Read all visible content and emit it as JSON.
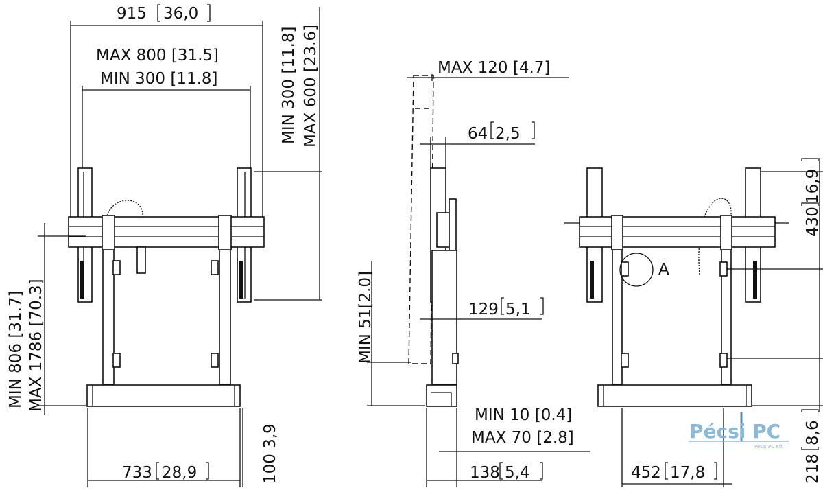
{
  "front_view": {
    "overall_width": "915",
    "overall_width_in": "36,0",
    "vesa_max_width": "MAX 800 [31.5]",
    "vesa_min_width": "MIN 300 [11.8]",
    "vesa_min_height": "MIN 300 [11.8]",
    "vesa_max_height": "MAX 600 [23.6]",
    "height_min": "MIN 806 [31.7]",
    "height_max": "MAX 1786 [70.3]",
    "base_width": "733",
    "base_width_in": "28,9",
    "base_height": "100 3,9"
  },
  "side_view": {
    "tilt_max": "MAX 120 [4.7]",
    "interface_depth": "64",
    "interface_depth_in": "2,5",
    "column_depth": "129",
    "column_depth_in": "5,1",
    "floor_clearance_min": "MIN 51[2.0]",
    "wall_gap_min": "MIN 10 [0.4]",
    "wall_gap_max": "MAX 70 [2.8]",
    "base_depth": "138",
    "base_depth_in": "5,4"
  },
  "rear_view": {
    "detail_label": "A",
    "upright_height": "430",
    "upright_height_in": "16,9",
    "lower_height": "218",
    "lower_height_in": "8,6",
    "column_spacing": "452",
    "column_spacing_in": "17,8"
  },
  "watermark": {
    "text": "Pécsi PC",
    "subtext": "Pécsi PC Kft.",
    "color": "#7fb2d6"
  }
}
